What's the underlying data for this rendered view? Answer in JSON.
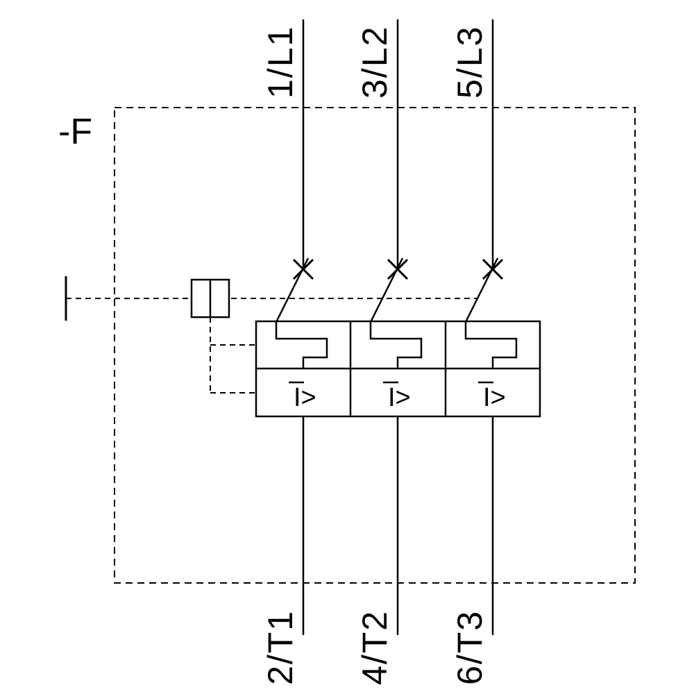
{
  "colors": {
    "line": "#000000",
    "background": "#ffffff"
  },
  "device": {
    "designation": "-F"
  },
  "terminals": {
    "top": [
      "1/L1",
      "3/L2",
      "5/L3"
    ],
    "bottom": [
      "2/T1",
      "4/T2",
      "6/T3"
    ]
  },
  "trip_units": {
    "overcurrent_release_symbol": "I>"
  }
}
